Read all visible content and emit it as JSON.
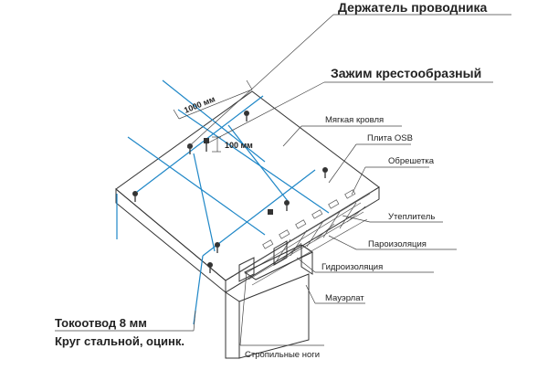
{
  "labels": {
    "conductor_holder": "Держатель проводника",
    "cross_clamp": "Зажим крестообразный",
    "soft_roof": "Мягкая кровля",
    "osb_plate": "Плита OSB",
    "lathing": "Обрешетка",
    "insulation": "Утеплитель",
    "vapor_barrier": "Пароизоляция",
    "waterproofing": "Гидроизоляция",
    "mauerlat": "Мауэрлат",
    "rafter_legs": "Стропильные ноги",
    "down_conductor_line1": "Токоотвод 8 мм",
    "down_conductor_line2": "Круг стальной, оцинк."
  },
  "dimensions": {
    "grid_spacing": "1000 мм",
    "holder_height": "100 мм"
  },
  "colors": {
    "lightning_conductor": "#1f87c7",
    "structure": "#333333"
  }
}
